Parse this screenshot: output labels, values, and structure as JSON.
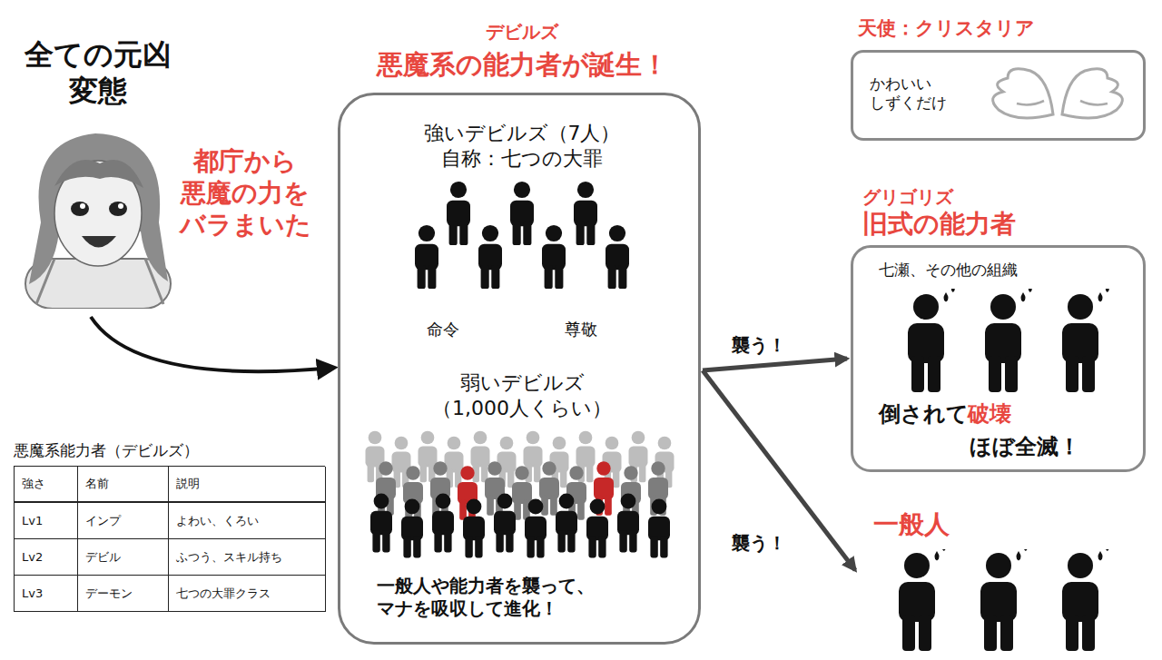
{
  "diagram": {
    "nodes": [
      {
        "text": [
          "全ての元凶 変態"
        ]
      },
      {
        "text": [
          "デビルズ",
          "悪魔系の能力者が誕生！",
          "一般人や能力者を襲って、 マナを吸収して進化！"
        ]
      },
      {
        "text": [
          "強いデビルズ（7人） 自称：七つの大罪"
        ],
        "in": 1
      },
      {
        "text": [
          "弱いデビルズ （1,000人くらい）"
        ],
        "in": 1
      },
      {
        "text": [
          "天使：クリスタリア",
          "かわいい しずくだけ"
        ]
      },
      {
        "text": [
          "グリゴリズ",
          "旧式の能力者",
          "七瀬、その他の組織",
          "倒されて",
          "破壊",
          "ほぼ全滅！"
        ]
      },
      {
        "text": [
          "一般人"
        ]
      }
    ],
    "edges": [
      {
        "from": 0,
        "to": 1,
        "arrow": "to",
        "label": "都庁から 悪魔の力を バラまいた"
      },
      {
        "from": 2,
        "to": 3,
        "arrow": "to",
        "label": "命令"
      },
      {
        "from": 3,
        "to": 2,
        "arrow": "to",
        "label": "尊敬"
      },
      {
        "from": 1,
        "to": 5,
        "arrow": "to",
        "label": "襲う！"
      },
      {
        "from": 1,
        "to": 6,
        "arrow": "to",
        "label": "襲う！"
      }
    ],
    "labels": [
      "悪魔系能力者（デビルズ）",
      "強さ",
      "名前",
      "説明",
      "Lv1",
      "インプ",
      "よわい、くろい",
      "Lv2",
      "デビル",
      "ふつう、スキル持ち",
      "Lv3",
      "デーモン",
      "七つの大罪クラス"
    ]
  }
}
